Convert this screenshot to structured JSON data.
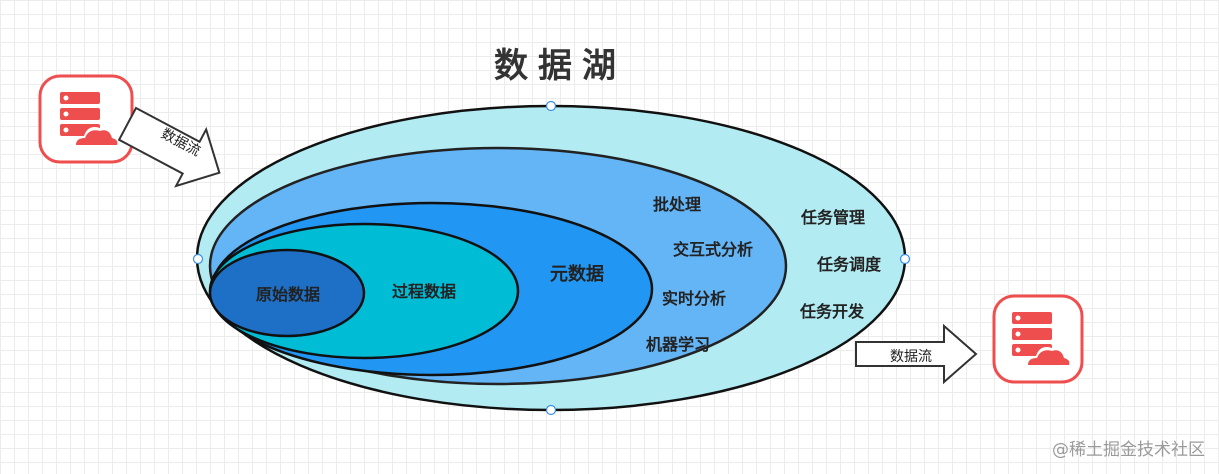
{
  "title": "数据湖",
  "layers": [
    {
      "label": "原始数据",
      "fill": "#1e6fc6"
    },
    {
      "label": "过程数据",
      "fill": "#00bcd4"
    },
    {
      "label": "元数据",
      "fill": "#2196f3"
    },
    {
      "label": "",
      "fill": "#64b5f6"
    },
    {
      "label": "",
      "fill": "#b2ebf2"
    }
  ],
  "analysis_items": [
    "批处理",
    "交互式分析",
    "实时分析",
    "机器学习"
  ],
  "management_items": [
    "任务管理",
    "任务调度",
    "任务开发"
  ],
  "arrows": {
    "inbound_label": "数据流",
    "outbound_label": "数据流"
  },
  "icons": {
    "source": "server-cloud-icon",
    "target": "server-cloud-icon",
    "color": "#ef4e4e"
  },
  "watermark": "@稀土掘金技术社区"
}
